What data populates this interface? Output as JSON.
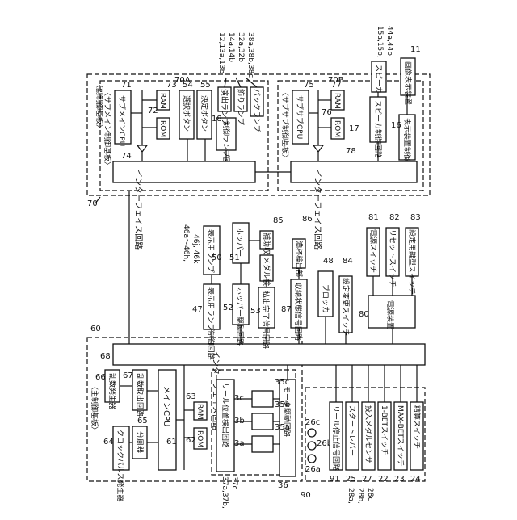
{
  "board_main": "〈主制御基板〉",
  "board_sub": "〈副制御基板〉",
  "board_sub_main": "〈サブメイン制御基板〉",
  "board_sub_sub": "〈サブサブ制御基板〉",
  "interface_circuit": "インターフェイス回路",
  "main_cpu": "メインCPU",
  "sub_main_cpu": "サブメインCPU",
  "sub_sub_cpu": "サブサブCPU",
  "rom": "ROM",
  "ram": "RAM",
  "clock_pulse": "クロックパルス発生器",
  "divider": "分周器",
  "random_gen": "乱数発生器",
  "random_sampling": "乱数取出回路",
  "motor_drive": "モータ駆動回路",
  "reel_position": "リール位置検出回路",
  "reel_stop_signal": "リール停止信号回路",
  "start_lever": "スタートレバー",
  "medal_sensor": "投入メダルセンサ",
  "bet1_switch": "1-BETスイッチ",
  "maxbet_switch": "MAX-BETスイッチ",
  "settle_switch": "精算スイッチ",
  "display_lamp_ctrl": "表示用ランプ制御回路",
  "display_lamp": "表示用ランプ",
  "hopper_drive": "ホッパー駆動回路",
  "hopper": "ホッパー",
  "payout_signal": "払出完了信号回路",
  "medal_detect": "メダル検出部",
  "aux_tank": "補助収納庫",
  "storage_signal": "収納状態信号回路",
  "overflow_detect": "満杯検出部",
  "blocker": "ブロッカ",
  "setting_switch": "設定変更スイッチ",
  "power_unit": "電源装置",
  "power_switch": "電源スイッチ",
  "reset_switch": "リセットスイッチ",
  "setting_key_switch": "設定用鍵型スイッチ",
  "select_button": "選択ボタン",
  "decide_button": "決定ボタン",
  "lamp_ctrl": "制御ランプ回路",
  "effect_lamp": "演出ランプ",
  "decor_lamp": "飾りランプ",
  "back_lamp": "バックランプ",
  "speaker_ctrl": "スピーカ制御回路",
  "speaker": "スピーカ",
  "image_ctrl": "表示装置制御回路",
  "image_display": "画像表示装置",
  "refs": {
    "r70": "70",
    "r70A": "70A",
    "r70B": "70B",
    "r71": "71",
    "r72": "72",
    "r73": "73",
    "r74": "74",
    "r75": "75",
    "r76": "76",
    "r77": "77",
    "r78": "78",
    "r54": "54",
    "r55": "55",
    "r18": "18",
    "r16": "16",
    "r17": "17",
    "r11": "11",
    "r15": "15a,15b,",
    "r44": "44a,44b",
    "r12": "12,13a,13b",
    "r14": "14a,14b",
    "r32": "32a,32b",
    "r38": "38a,38b,38c",
    "r60": "60",
    "r61": "61",
    "r62": "62",
    "r63": "63",
    "r64": "64",
    "r65": "65",
    "r66": "66",
    "r67": "67",
    "r68": "68",
    "r47": "47",
    "r50": "50",
    "r52": "52",
    "r51": "51",
    "r53": "53",
    "r85": "85",
    "r86": "86",
    "r87": "87",
    "r48": "48",
    "r84": "84",
    "r80": "80",
    "r81": "81",
    "r82": "82",
    "r83": "83",
    "r46a": "46a～46h,",
    "r46b": "46j, 46k",
    "r3a": "3a",
    "r3b": "3b",
    "r3c": "3c",
    "r35a": "35a",
    "r35b": "35b",
    "r35c": "35c",
    "r36": "36",
    "r37a": "37a,37b,",
    "r37b": "37c",
    "r26a": "26a",
    "r26b": "26b",
    "r26c": "26c",
    "r91": "91",
    "r25": "25",
    "r27": "27",
    "r22": "22",
    "r23": "23",
    "r24": "24",
    "r90": "90",
    "r28a": "28a,",
    "r28b": "28b,",
    "r28c": "28c"
  }
}
